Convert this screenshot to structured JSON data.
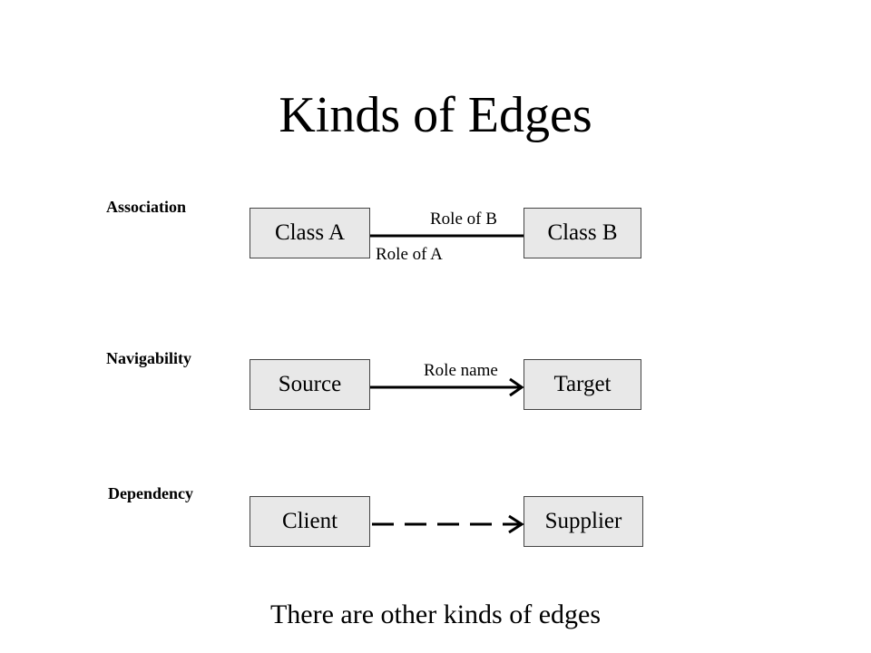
{
  "title": "Kinds of Edges",
  "sections": {
    "association": {
      "label": "Association",
      "left_box": "Class A",
      "right_box": "Class B",
      "role_top": "Role of B",
      "role_bottom": "Role of A"
    },
    "navigability": {
      "label": "Navigability",
      "left_box": "Source",
      "right_box": "Target",
      "role_top": "Role name"
    },
    "dependency": {
      "label": "Dependency",
      "left_box": "Client",
      "right_box": "Supplier"
    }
  },
  "footer": "There are other kinds of edges"
}
